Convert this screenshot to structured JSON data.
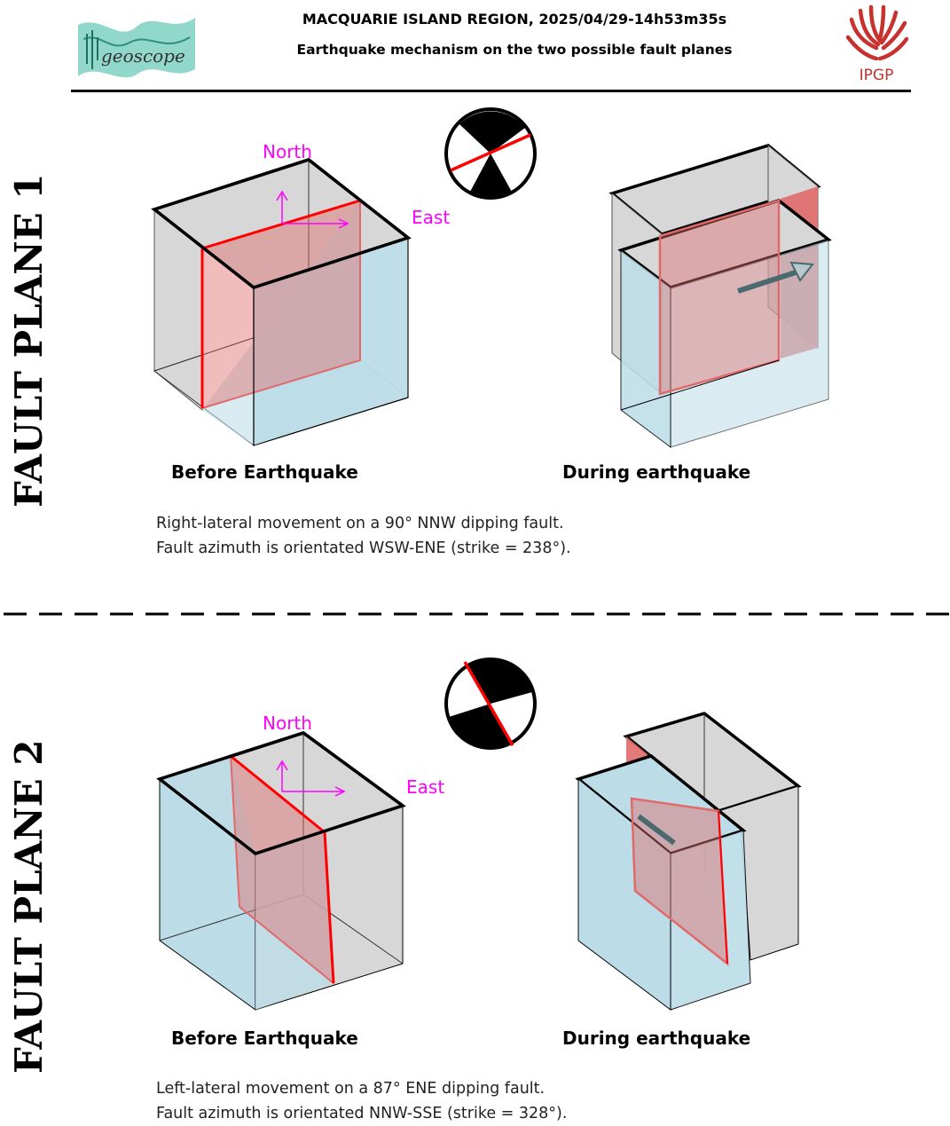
{
  "header": {
    "title": "MACQUARIE ISLAND REGION, 2025/04/29-14h53m35s",
    "subtitle": "Earthquake mechanism on the two possible fault planes",
    "left_logo_text": "geoscope",
    "right_logo_text": "IPGP"
  },
  "colors": {
    "fault_plane": "#e06a6a",
    "block_grey": "#d9d9d9",
    "block_blue": "#bcdde8",
    "direction_labels": "#ff00ff",
    "fault_line": "#ff0000"
  },
  "panels": [
    {
      "side_label": "FAULT PLANE 1",
      "north_label": "North",
      "east_label": "East",
      "before_caption": "Before Earthquake",
      "during_caption": "During earthquake",
      "description_line1": "Right-lateral movement on a 90° NNW dipping fault.",
      "description_line2": "Fault azimuth is orientated WSW-ENE (strike = 238°)."
    },
    {
      "side_label": "FAULT PLANE 2",
      "north_label": "North",
      "east_label": "East",
      "before_caption": "Before Earthquake",
      "during_caption": "During earthquake",
      "description_line1": "Left-lateral movement on a 87° ENE dipping fault.",
      "description_line2": "Fault azimuth is orientated NNW-SSE (strike = 328°)."
    }
  ]
}
